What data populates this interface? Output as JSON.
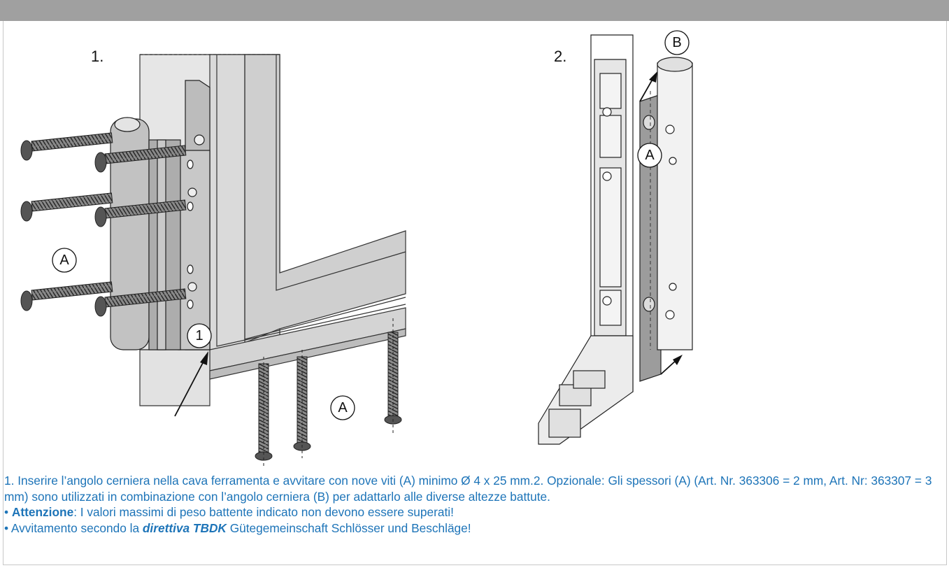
{
  "figure": {
    "step1_label": "1.",
    "step2_label": "2.",
    "callouts": {
      "a_left": "A",
      "a_bottom": "A",
      "one": "1",
      "a_right": "A",
      "b": "B"
    }
  },
  "instructions": {
    "paragraph": "1. Inserire l’angolo cerniera nella cava ferramenta e avvitare con nove viti (A) minimo Ø 4 x 25 mm.2. Opzionale: Gli spessori (A) (Art. Nr. 363306 = 2 mm, Art. Nr: 363307 = 3 mm) sono utilizzati in combinazione con l’angolo cerniera (B) per adattarlo alle diverse altezze battute.",
    "attention_prefix": "• ",
    "attention_bold": "Attenzione",
    "attention_text": ": I valori massimi di peso battente indicato non devono essere superati!",
    "screw_prefix": "• Avvitamento secondo la ",
    "screw_bold": "direttiva TBDK",
    "screw_text": " Gütegemeinschaft Schlösser und Beschläge!"
  }
}
